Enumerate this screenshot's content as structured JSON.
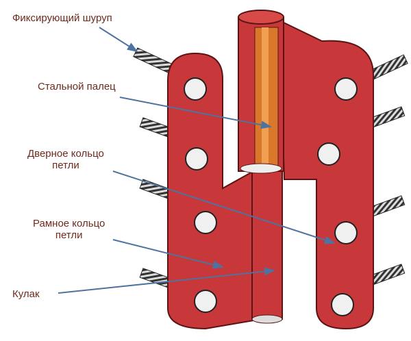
{
  "labels": {
    "screw": "Фиксирующий шуруп",
    "pin": "Стальной палец",
    "door_ring_1": "Дверное кольцо",
    "door_ring_2": "петли",
    "frame_ring_1": "Рамное кольцо",
    "frame_ring_2": "петли",
    "knuckle": "Кулак"
  },
  "colors": {
    "hinge": "#c8373a",
    "outline": "#5a1414",
    "pin": "#d9772a",
    "label": "#6e2a1c",
    "arrow": "#4f73a0"
  }
}
